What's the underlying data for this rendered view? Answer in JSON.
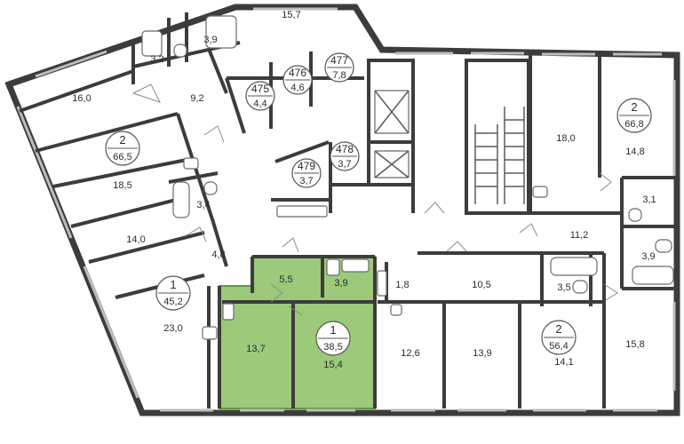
{
  "plan": {
    "colors": {
      "wall": "#3c3c3c",
      "highlight": "#9cc97a",
      "highlight_border": "#5e9a3a",
      "background": "#ffffff",
      "text": "#2b2b2b"
    },
    "selected_apartment": {
      "rooms": "1",
      "total_area": "38,5"
    },
    "room_areas": {
      "a157": "15,7",
      "a39a": "3,9",
      "a32a": "3,2",
      "a160": "16,0",
      "a92": "9,2",
      "a185": "18,5",
      "a34": "3,4",
      "a140": "14,0",
      "a48": "4,8",
      "a230": "23,0",
      "a55": "5,5",
      "a39b": "3,9",
      "a137": "13,7",
      "a154": "15,4",
      "a18": "1,8",
      "a126": "12,6",
      "a105": "10,5",
      "a139": "13,9",
      "a35": "3,5",
      "a141": "14,1",
      "a158": "15,8",
      "a112": "11,2",
      "a39c": "3,9",
      "a31": "3,1",
      "a180": "18,0",
      "a148": "14,8"
    },
    "apartments": [
      {
        "id": "apt-2-665",
        "rooms": "2",
        "area": "66,5"
      },
      {
        "id": "apt-1-452",
        "rooms": "1",
        "area": "45,2"
      },
      {
        "id": "apt-1-385",
        "rooms": "1",
        "area": "38,5"
      },
      {
        "id": "apt-2-564",
        "rooms": "2",
        "area": "56,4"
      },
      {
        "id": "apt-2-668",
        "rooms": "2",
        "area": "66,8"
      }
    ],
    "storage": [
      {
        "id": "475",
        "area": "4,4"
      },
      {
        "id": "476",
        "area": "4,6"
      },
      {
        "id": "477",
        "area": "7,8"
      },
      {
        "id": "478",
        "area": "3,7"
      },
      {
        "id": "479",
        "area": "3,7"
      }
    ]
  }
}
